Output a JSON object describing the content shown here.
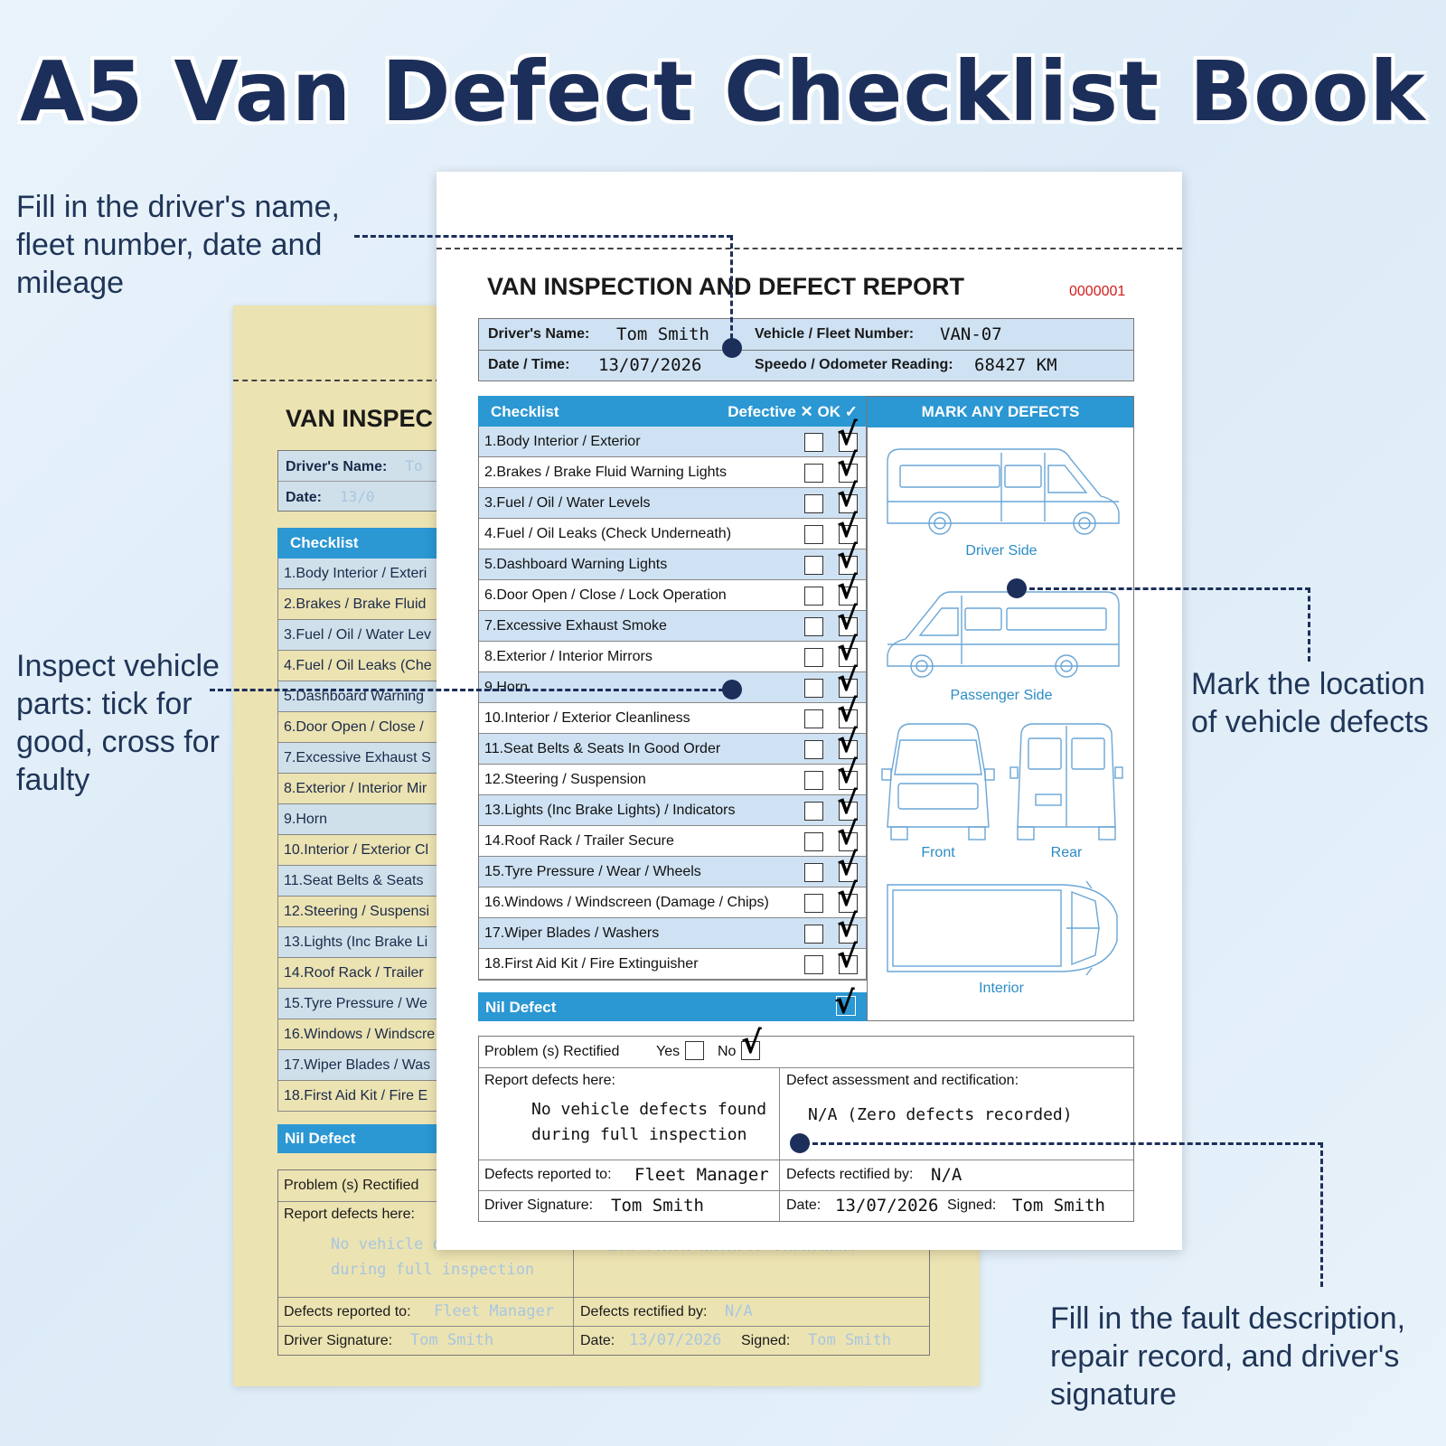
{
  "headline": "A5 Van Defect Checklist Book",
  "callouts": {
    "driver_info": "Fill in the driver's name, fleet number, date and mileage",
    "inspect": "Inspect vehicle parts: tick for good, cross for faulty",
    "mark_location": "Mark the location of vehicle defects",
    "fault_description": "Fill in the fault description, repair record, and driver's signature"
  },
  "report": {
    "title": "VAN INSPECTION AND DEFECT REPORT",
    "serial": "0000001",
    "driver_name_label": "Driver's Name:",
    "driver_name": "Tom Smith",
    "vehicle_label": "Vehicle / Fleet Number:",
    "vehicle": "VAN-07",
    "date_label": "Date / Time:",
    "date": "13/07/2026",
    "odometer_label": "Speedo / Odometer Reading:",
    "odometer": "68427 KM"
  },
  "checklist": {
    "title": "Checklist",
    "columns_label": "Defective ✕ OK ✓",
    "items": [
      "1.Body Interior / Exterior",
      "2.Brakes / Brake Fluid Warning Lights",
      "3.Fuel / Oil / Water Levels",
      "4.Fuel / Oil Leaks (Check Underneath)",
      "5.Dashboard Warning Lights",
      "6.Door Open / Close / Lock Operation",
      "7.Excessive Exhaust Smoke",
      "8.Exterior / Interior Mirrors",
      "9.Horn",
      "10.Interior / Exterior Cleanliness",
      "11.Seat Belts & Seats In Good Order",
      "12.Steering / Suspension",
      "13.Lights (Inc Brake Lights) / Indicators",
      "14.Roof Rack / Trailer Secure",
      "15.Tyre Pressure / Wear / Wheels",
      "16.Windows / Windscreen (Damage / Chips)",
      "17.Wiper Blades / Washers",
      "18.First Aid Kit / Fire Extinguisher"
    ],
    "tick_mark": "√",
    "nil_defect": "Nil Defect"
  },
  "defects_panel": {
    "title": "MARK ANY DEFECTS",
    "views": [
      "Driver Side",
      "Passenger Side",
      "Front",
      "Rear",
      "Interior"
    ]
  },
  "bottom": {
    "problem_rectified": "Problem (s) Rectified",
    "yes": "Yes",
    "no": "No",
    "report_defects_label": "Report defects here:",
    "report_defects_text_1": "No vehicle defects found",
    "report_defects_text_2": "during full inspection",
    "assessment_label": "Defect assessment and rectification:",
    "assessment_text": "N/A (Zero defects recorded)",
    "reported_to_label": "Defects reported to:",
    "reported_to": "Fleet Manager",
    "rectified_by_label": "Defects rectified by:",
    "rectified_by": "N/A",
    "driver_signature_label": "Driver Signature:",
    "driver_signature": "Tom Smith",
    "date_label": "Date:",
    "date": "13/07/2026",
    "signed_label": "Signed:",
    "signed": "Tom Smith"
  },
  "back_copy": {
    "title": "VAN INSPEC",
    "driver_name_label": "Driver's Name:",
    "driver_name_partial": "To",
    "date_label": "Date:",
    "date_partial": "13/0",
    "checklist_title": "Checklist",
    "items": [
      "1.Body Interior / Exteri",
      "2.Brakes / Brake Fluid",
      "3.Fuel / Oil / Water Lev",
      "4.Fuel / Oil Leaks (Che",
      "5.Dashboard Warning",
      "6.Door Open / Close /",
      "7.Excessive Exhaust S",
      "8.Exterior / Interior Mir",
      "9.Horn",
      "10.Interior / Exterior Cl",
      "11.Seat Belts & Seats",
      "12.Steering / Suspensi",
      "13.Lights (Inc Brake Li",
      "14.Roof Rack / Trailer",
      "15.Tyre Pressure / We",
      "16.Windows / Windscre",
      "17.Wiper Blades / Was",
      "18.First Aid Kit / Fire E"
    ],
    "nil_defect": "Nil Defect",
    "problem_rectified": "Problem (s) Rectified",
    "report_defects_label": "Report defects here:",
    "report_text_1": "No vehicle de",
    "report_text_2": "during full inspection",
    "assessment_faint": "N/A (Zero defects recorded)",
    "reported_to_label": "Defects reported to:",
    "reported_to": "Fleet Manager",
    "rectified_by_label": "Defects rectified by:",
    "rectified_by": "N/A",
    "driver_signature_label": "Driver Signature:",
    "driver_signature": "Tom Smith",
    "date": "13/07/2026",
    "signed_label": "Signed:",
    "signed": "Tom Smith"
  },
  "colors": {
    "navy": "#1c2f5a",
    "accent_blue": "#2b97d3",
    "row_blue": "#cfe2f3",
    "carbon_yellow": "#ece3b2",
    "serial_red": "#d01c1c"
  }
}
